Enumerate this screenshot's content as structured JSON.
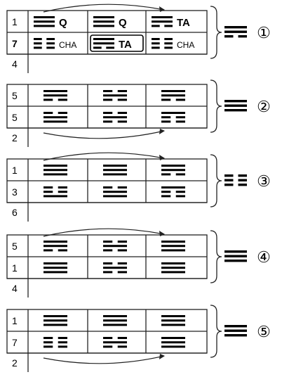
{
  "blocks": [
    {
      "id": "1",
      "result": "①",
      "result_trigram": "110",
      "arrow": "top",
      "rows": [
        {
          "num": "1",
          "bold": false,
          "cells": [
            {
              "trigram": "111",
              "label": "Q",
              "boxed": false
            },
            {
              "trigram": "111",
              "label": "Q",
              "boxed": false
            },
            {
              "trigram": "110",
              "label": "TA",
              "boxed": false
            }
          ]
        },
        {
          "num": "7",
          "bold": true,
          "cells": [
            {
              "trigram": "000",
              "label": "CHA",
              "boxed": false
            },
            {
              "trigram": "110",
              "label": "TA",
              "boxed": true
            },
            {
              "trigram": "000",
              "label": "CHA",
              "boxed": false
            }
          ]
        }
      ],
      "last": "4"
    },
    {
      "id": "2",
      "result": "②",
      "result_trigram": "111",
      "arrow": "bottom",
      "rows": [
        {
          "num": "5",
          "bold": false,
          "cells": [
            {
              "trigram": "110"
            },
            {
              "trigram": "010"
            },
            {
              "trigram": "110"
            }
          ]
        },
        {
          "num": "5",
          "bold": false,
          "cells": [
            {
              "trigram": "011"
            },
            {
              "trigram": "010"
            },
            {
              "trigram": "100"
            }
          ]
        }
      ],
      "last": "2"
    },
    {
      "id": "3",
      "result": "③",
      "result_trigram": "000",
      "arrow": "top",
      "rows": [
        {
          "num": "1",
          "bold": false,
          "cells": [
            {
              "trigram": "111"
            },
            {
              "trigram": "111"
            },
            {
              "trigram": "110"
            }
          ]
        },
        {
          "num": "3",
          "bold": false,
          "cells": [
            {
              "trigram": "001"
            },
            {
              "trigram": "011"
            },
            {
              "trigram": "100"
            }
          ]
        }
      ],
      "last": "6"
    },
    {
      "id": "4",
      "result": "④",
      "result_trigram": "111",
      "arrow": "top",
      "rows": [
        {
          "num": "5",
          "bold": false,
          "cells": [
            {
              "trigram": "110"
            },
            {
              "trigram": "010"
            },
            {
              "trigram": "111"
            }
          ]
        },
        {
          "num": "1",
          "bold": false,
          "cells": [
            {
              "trigram": "111"
            },
            {
              "trigram": "010"
            },
            {
              "trigram": "111"
            }
          ]
        }
      ],
      "last": "4"
    },
    {
      "id": "5",
      "result": "⑤",
      "result_trigram": "111",
      "arrow": "bottom",
      "rows": [
        {
          "num": "1",
          "bold": false,
          "cells": [
            {
              "trigram": "111"
            },
            {
              "trigram": "111"
            },
            {
              "trigram": "111"
            }
          ]
        },
        {
          "num": "7",
          "bold": false,
          "cells": [
            {
              "trigram": "000"
            },
            {
              "trigram": "010"
            },
            {
              "trigram": "111"
            }
          ]
        }
      ],
      "last": "2"
    }
  ]
}
